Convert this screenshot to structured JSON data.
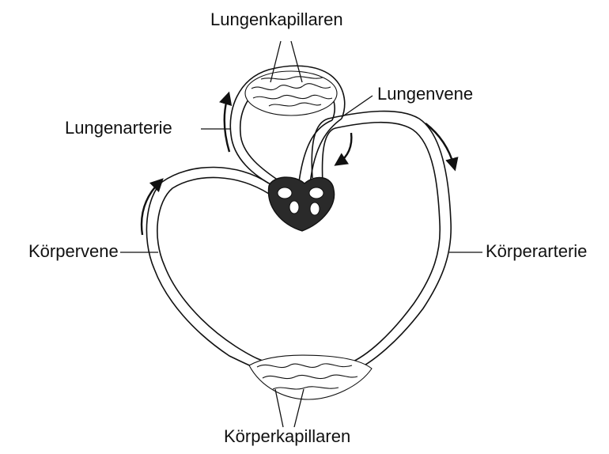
{
  "diagram": {
    "labels": {
      "lung_capillaries": "Lungenkapillaren",
      "pulmonary_vein": "Lungenvene",
      "pulmonary_artery": "Lungenarterie",
      "body_vein": "Körpervene",
      "body_artery": "Körperarterie",
      "body_capillaries": "Körperkapillaren"
    },
    "colors": {
      "ink": "#111111",
      "heart_fill": "#2a2a2a",
      "vessel_fill": "#ffffff"
    }
  }
}
